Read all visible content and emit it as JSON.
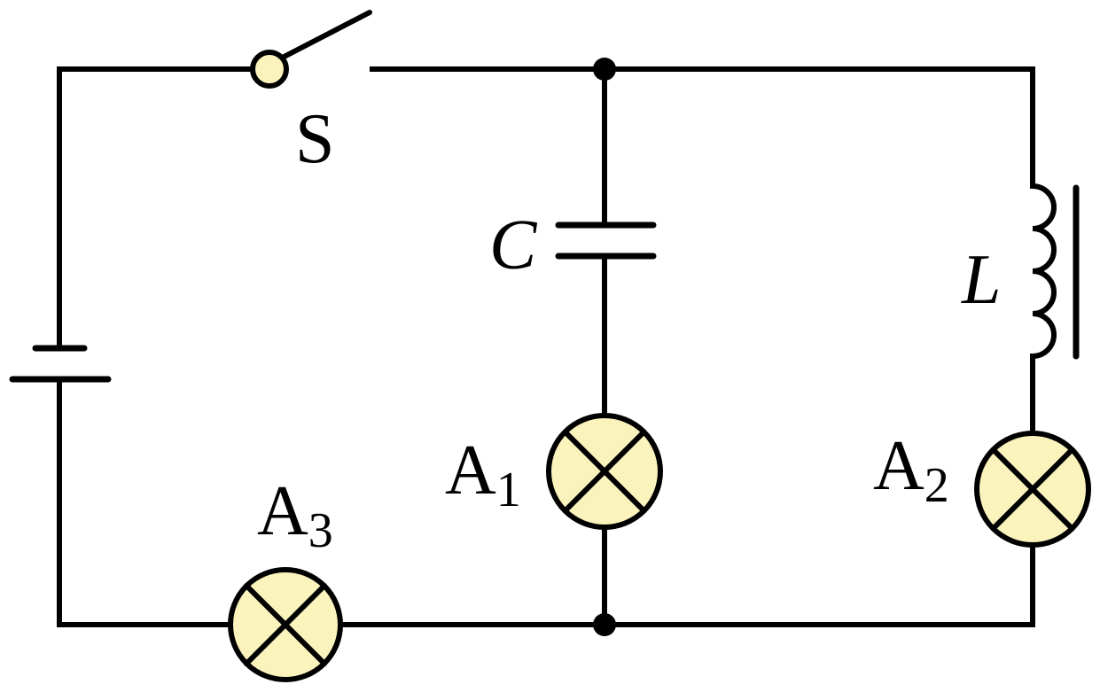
{
  "diagram": {
    "type": "circuit",
    "colors": {
      "wire": "#000000",
      "lamp_fill": "#FBF3BC",
      "switch_pivot_fill": "#FBF3BC",
      "background": "#FFFFFF"
    },
    "components": {
      "switch": {
        "label": "S",
        "icon": "open-switch-icon",
        "state": "open"
      },
      "battery": {
        "label": "",
        "icon": "battery-icon"
      },
      "capacitor": {
        "label": "C",
        "icon": "capacitor-icon"
      },
      "inductor": {
        "label": "L",
        "icon": "inductor-with-iron-core-icon"
      },
      "lamp_a1": {
        "letter": "A",
        "subscript": "1",
        "icon": "lamp-icon"
      },
      "lamp_a2": {
        "letter": "A",
        "subscript": "2",
        "icon": "lamp-icon"
      },
      "lamp_a3": {
        "letter": "A",
        "subscript": "3",
        "icon": "lamp-icon"
      }
    }
  }
}
